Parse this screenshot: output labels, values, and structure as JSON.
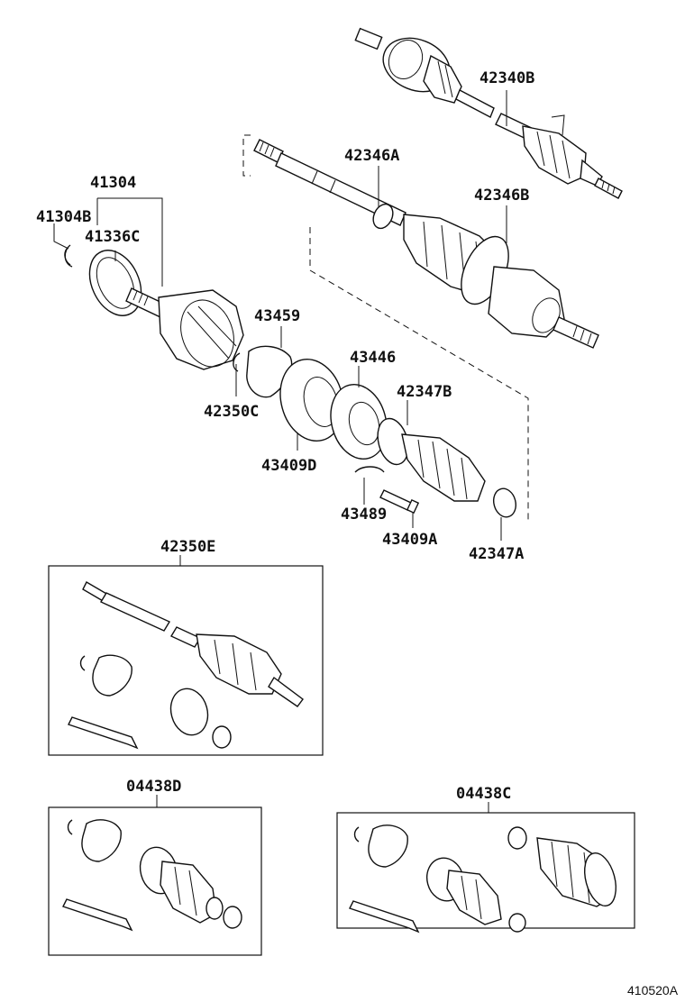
{
  "parts": {
    "p42340B": "42340B",
    "p42346A": "42346A",
    "p42346B": "42346B",
    "p41304": "41304",
    "p41304B": "41304B",
    "p41336C": "41336C",
    "p43459": "43459",
    "p43446": "43446",
    "p42347B": "42347B",
    "p42350C": "42350C",
    "p43409D": "43409D",
    "p43489": "43489",
    "p43409A": "43409A",
    "p42347A": "42347A",
    "p42350E": "42350E",
    "p04438D": "04438D",
    "p04438C": "04438C"
  },
  "footer": {
    "diagram_code": "410520A"
  }
}
